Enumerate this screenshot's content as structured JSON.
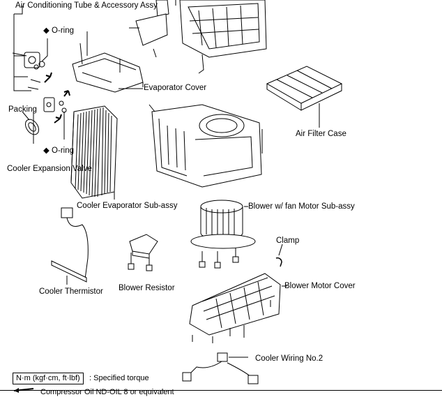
{
  "labels": {
    "ac_tube": "Air Conditioning Tube & Accessory Assy",
    "oring_top": "◆ O-ring",
    "evaporator_cover": "Evaporator Cover",
    "packing": "Packing",
    "air_filter_case": "Air Filter Case",
    "oring_bottom": "◆ O-ring",
    "cooler_expansion_valve": "Cooler Expansion Valve",
    "cooler_evaporator": "Cooler Evaporator Sub-assy",
    "blower_fan_motor": "Blower w/ fan Motor Sub-assy",
    "clamp": "Clamp",
    "cooler_thermistor": "Cooler Thermistor",
    "blower_resistor": "Blower Resistor",
    "blower_motor_cover": "Blower Motor Cover",
    "cooler_wiring": "Cooler Wiring No.2"
  },
  "legend": {
    "torque_box": "N·m (kgf·cm, ft·lbf)",
    "torque_text": ": Specified torque",
    "oil_text_partial": "Compressor Oil ND-OIL 8 or equivalent"
  }
}
